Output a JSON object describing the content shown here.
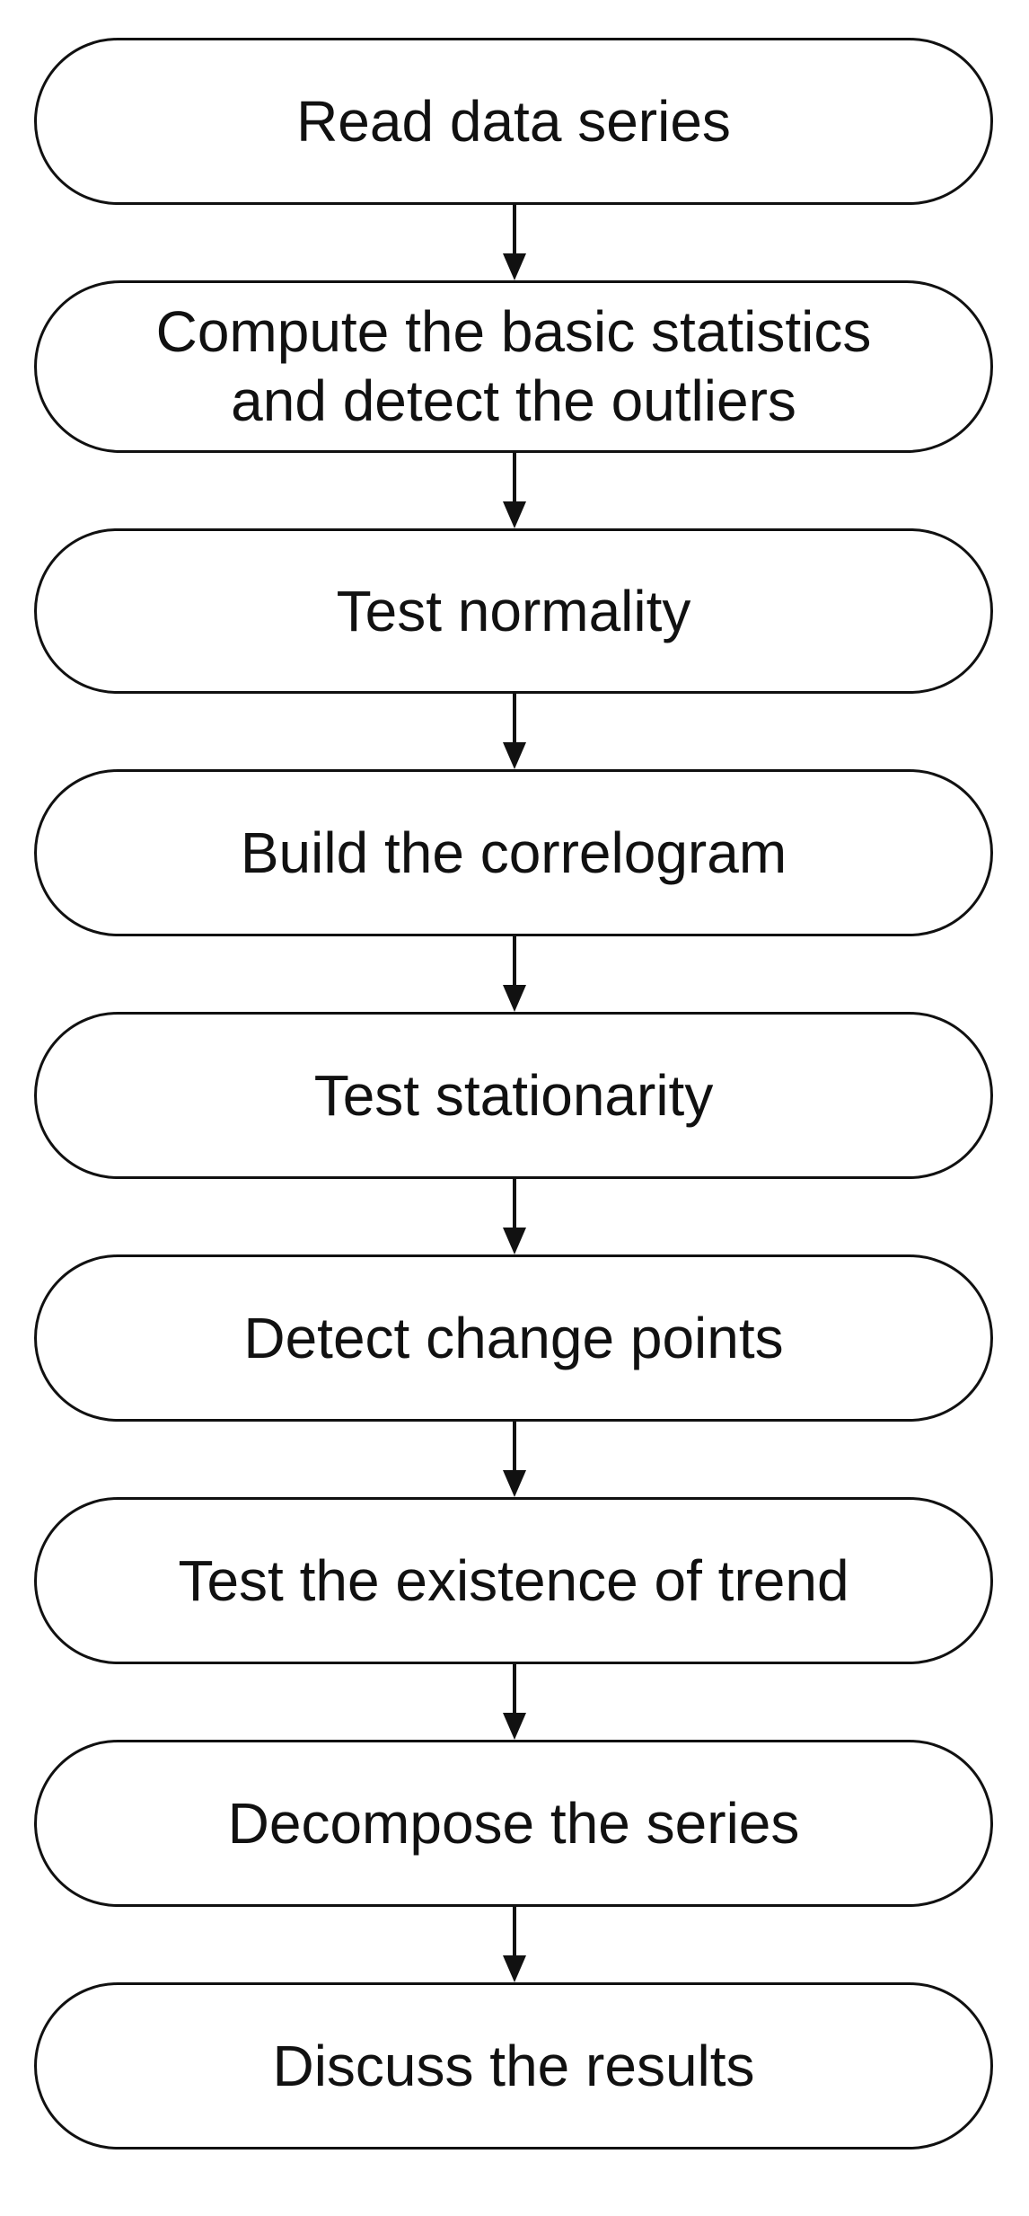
{
  "flowchart": {
    "steps": [
      "Read data series",
      "Compute the basic statistics\nand detect the outliers",
      "Test normality",
      "Build the correlogram",
      "Test stationarity",
      "Detect change points",
      "Test the existence of trend",
      "Decompose the series",
      "Discuss the results"
    ]
  },
  "colors": {
    "stroke": "#111111",
    "fill": "#ffffff",
    "text": "#111111"
  }
}
